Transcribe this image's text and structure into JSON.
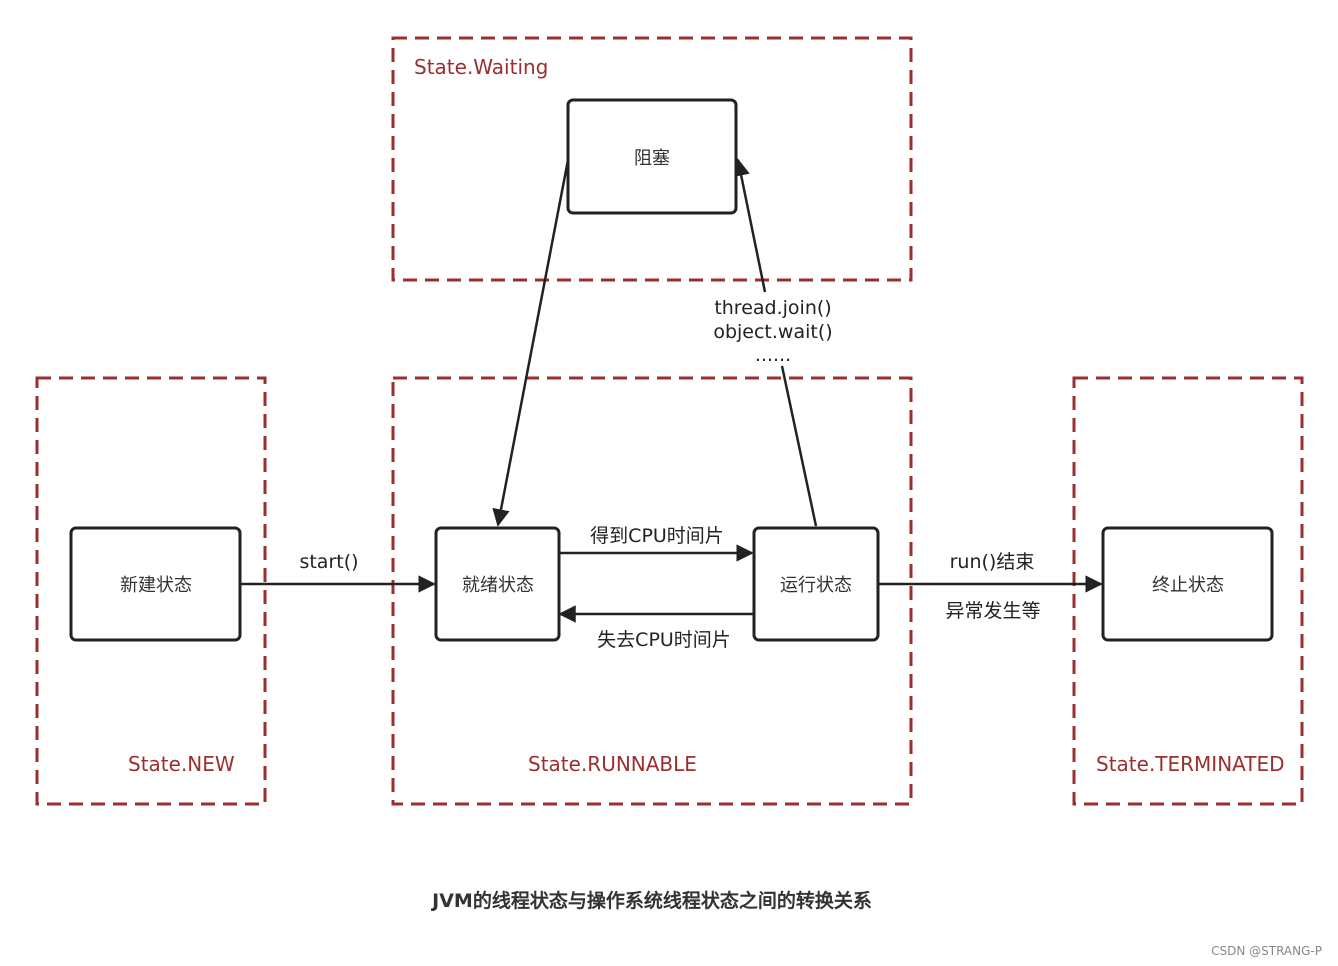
{
  "groups": {
    "waiting": "State.Waiting",
    "new": "State.NEW",
    "runnable": "State.RUNNABLE",
    "terminated": "State.TERMINATED"
  },
  "nodes": {
    "blocked": "阻塞",
    "new": "新建状态",
    "ready": "就绪状态",
    "running": "运行状态",
    "terminated": "终止状态"
  },
  "edges": {
    "start": "start()",
    "get_cpu": "得到CPU时间片",
    "lose_cpu": "失去CPU时间片",
    "wait_line1": "thread.join()",
    "wait_line2": "object.wait()",
    "wait_line3": "......",
    "end_line1": "run()结束",
    "end_line2": "异常发生等"
  },
  "caption": "JVM的线程状态与操作系统线程状态之间的转换关系",
  "watermark": "CSDN @STRANG-P",
  "colors": {
    "group_border": "#9b2f2f",
    "node_border": "#222222",
    "edge": "#222222"
  }
}
